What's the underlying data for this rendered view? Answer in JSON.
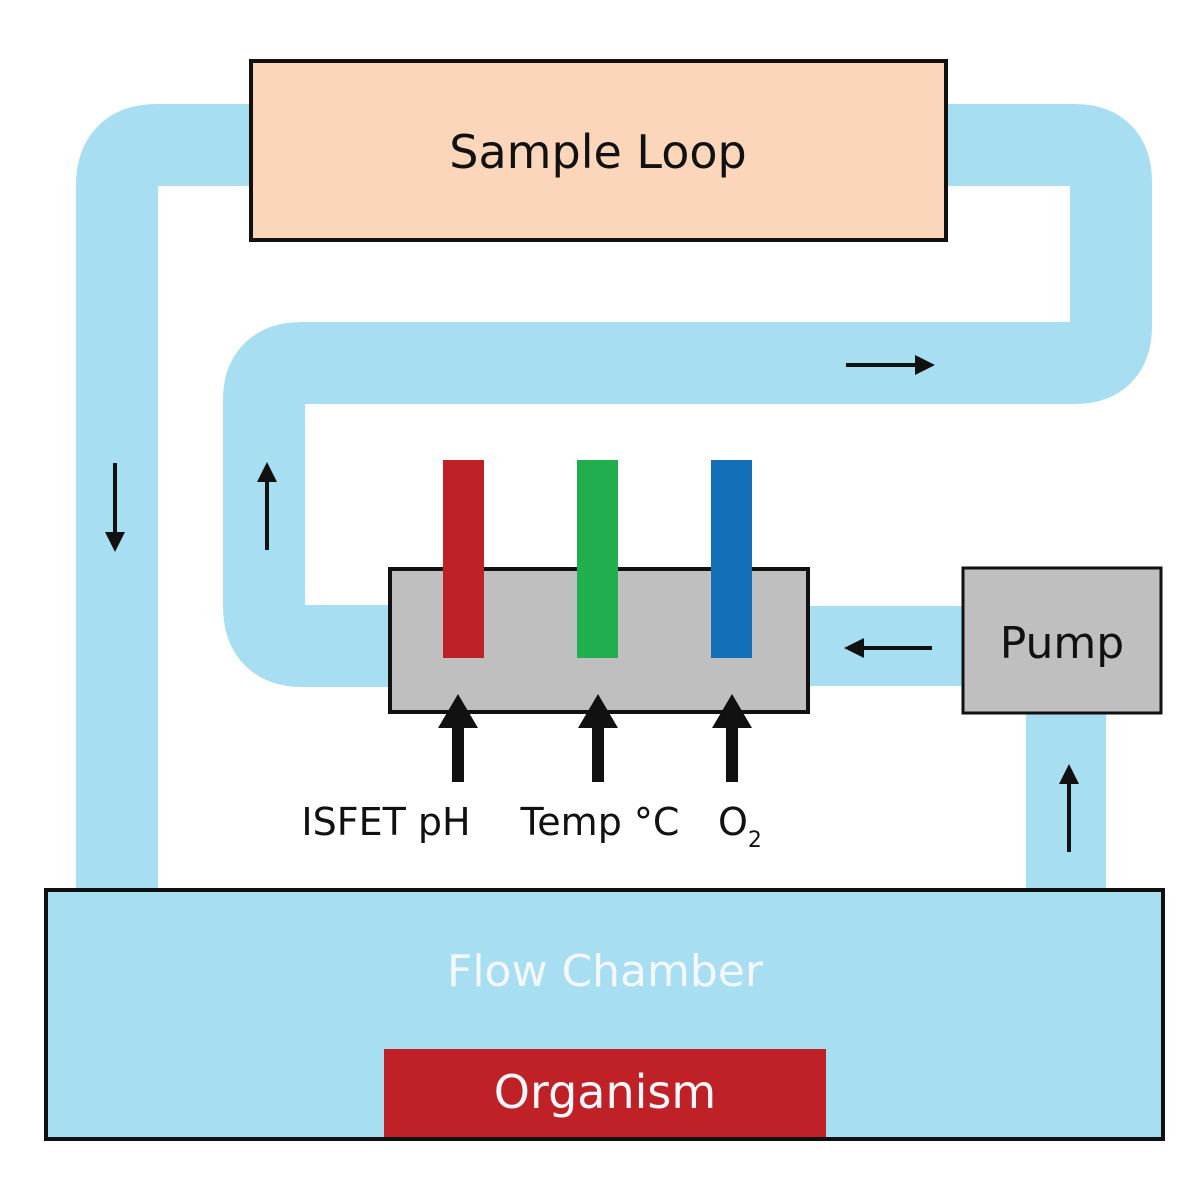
{
  "colors": {
    "tube": "#a8def2",
    "sample_loop_fill": "#fbd6bb",
    "chamber_fill": "#a8def2",
    "sensor_block_fill": "#c0bfbf",
    "pump_fill": "#c0bfbf",
    "organism_fill": "#bf2127",
    "ph_probe": "#bf2127",
    "temp_probe": "#20ae4f",
    "o2_probe": "#1370b8",
    "outline": "#111111",
    "dark_text": "#111111",
    "light_text": "#f4f8fa"
  },
  "labels": {
    "sample_loop": "Sample Loop",
    "pump": "Pump",
    "flow_chamber": "Flow Chamber",
    "organism": "Organism",
    "ph_sensor": "ISFET pH",
    "temp_sensor": "Temp °C",
    "o2_sensor_base": "O",
    "o2_sensor_sub": "2"
  },
  "flow_arrows": [
    {
      "id": "left-down",
      "direction": "down"
    },
    {
      "id": "inner-up",
      "direction": "up"
    },
    {
      "id": "top-right",
      "direction": "right"
    },
    {
      "id": "pump-to-sensor",
      "direction": "left"
    },
    {
      "id": "chamber-to-pump",
      "direction": "up"
    }
  ]
}
